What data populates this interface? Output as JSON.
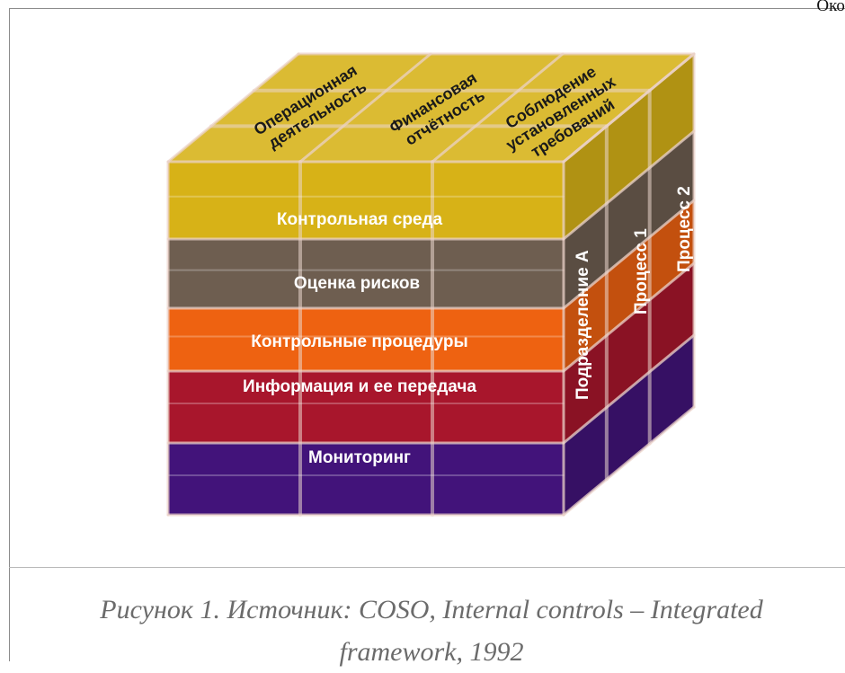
{
  "header": {
    "corner_text": "Окон"
  },
  "cube": {
    "top_labels": [
      [
        "Операционная",
        "деятельность"
      ],
      [
        "Финансовая",
        "отчётность"
      ],
      [
        "Соблюдение",
        "установленных",
        "требований"
      ]
    ],
    "layers": [
      {
        "label": "Контрольная среда",
        "color": "#D7B217"
      },
      {
        "label": "Оценка рисков",
        "color": "#6E5E50"
      },
      {
        "label": "Контрольные процедуры",
        "color": "#EE6211"
      },
      {
        "label": "Информация и ее передача",
        "color": "#A8162C"
      },
      {
        "label": "Мониторинг",
        "color": "#42137A"
      }
    ],
    "side_labels": [
      "Подразделение А",
      "Процесс 1",
      "Процесс 2"
    ]
  },
  "caption": {
    "line1": "Рисунок 1. Источник: COSO, Internal controls – Integrated",
    "line2": "framework, 1992"
  }
}
